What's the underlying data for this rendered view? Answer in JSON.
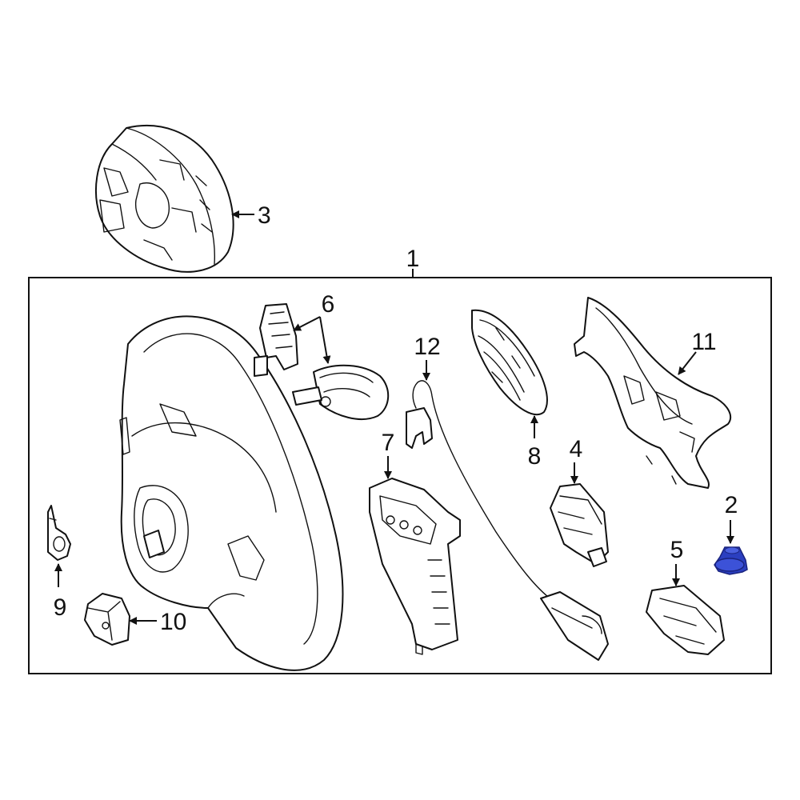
{
  "callouts": {
    "c1": "1",
    "c2": "2",
    "c3": "3",
    "c4": "4",
    "c5": "5",
    "c6": "6",
    "c7": "7",
    "c8": "8",
    "c9": "9",
    "c10": "10",
    "c11": "11",
    "c12": "12"
  },
  "colors": {
    "highlight_part": "#2b3fc0",
    "line": "#111111"
  }
}
